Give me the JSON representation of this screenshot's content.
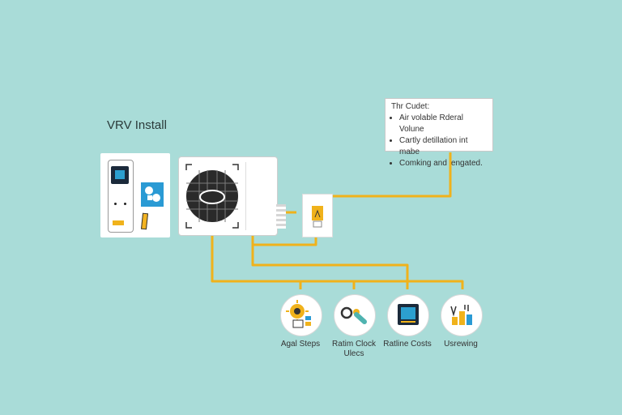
{
  "diagram": {
    "title": "VRV Install",
    "info_box": {
      "heading": "Thr Cudet:",
      "bullets": [
        "Air volable Rderal Volune",
        "Cartly detillation int mabe",
        "Comking and lengated."
      ]
    },
    "nodes": [
      {
        "label": "Agal Steps",
        "icon": "sun-gear-icon"
      },
      {
        "label": "Ratim Clock\nUlecs",
        "icon": "key-icon"
      },
      {
        "label": "Ratline Costs",
        "icon": "monitor-icon"
      },
      {
        "label": "Usrewing",
        "icon": "bar-chart-icon"
      }
    ],
    "colors": {
      "background": "#a9dcd8",
      "connector": "#f0b21b",
      "accent_blue": "#2a9ad4",
      "dark": "#1b2a3b"
    }
  }
}
